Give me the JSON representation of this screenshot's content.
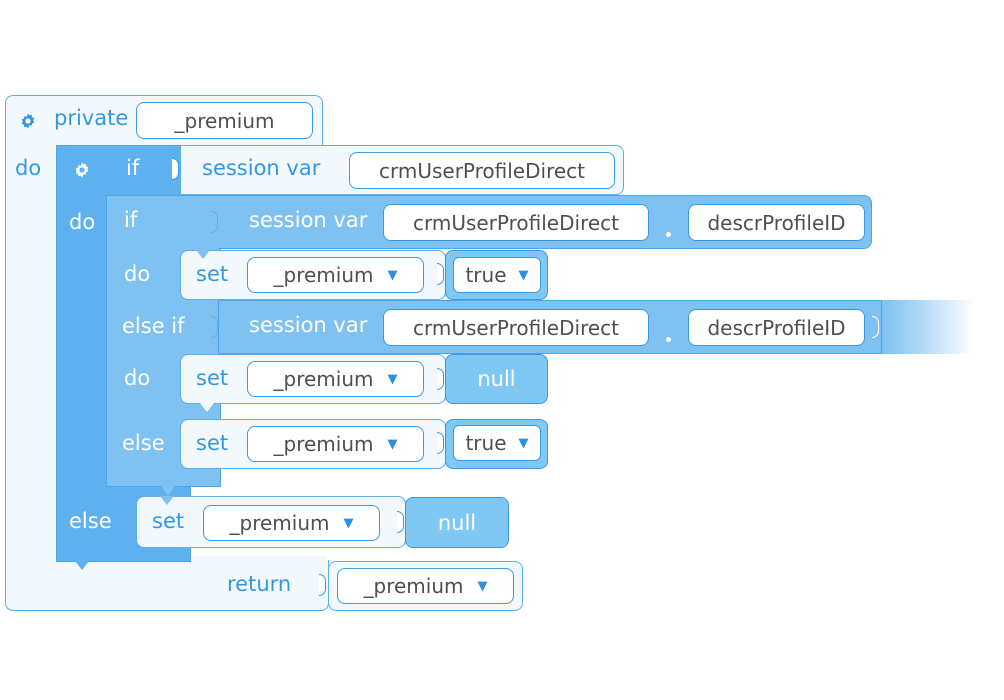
{
  "procedure": {
    "gear_icon": "gear-icon",
    "private_label": "private",
    "name_value": "_premium",
    "do_label": "do",
    "return_label": "return",
    "return_value": "_premium"
  },
  "outer_if": {
    "gear_icon": "gear-icon",
    "if_label": "if",
    "do_label": "do",
    "else_label": "else",
    "condition": {
      "session_label": "session var",
      "var_name": "crmUserProfileDirect"
    },
    "else_set": {
      "set_label": "set",
      "var_value": "_premium",
      "value_label": "null"
    }
  },
  "inner_if": {
    "if_label": "if",
    "do_label": "do",
    "else_if_label": "else if",
    "do2_label": "do",
    "else_label": "else",
    "condition1": {
      "session_label": "session var",
      "var_name": "crmUserProfileDirect",
      "prop_name": "descrProfileID"
    },
    "do_set": {
      "set_label": "set",
      "var_value": "_premium",
      "value_label": "true"
    },
    "condition2": {
      "session_label": "session var",
      "var_name": "crmUserProfileDirect",
      "prop_name": "descrProfileID"
    },
    "do2_set": {
      "set_label": "set",
      "var_value": "_premium",
      "value_label": "null"
    },
    "else_set": {
      "set_label": "set",
      "var_value": "_premium",
      "value_label": "true"
    }
  },
  "icons": {
    "dropdown": "▼"
  },
  "colors": {
    "accent": "#3199e2",
    "block_light": "#f3f8fd",
    "block_mid": "#7fc2f1",
    "block_dark": "#5eb0ee"
  }
}
